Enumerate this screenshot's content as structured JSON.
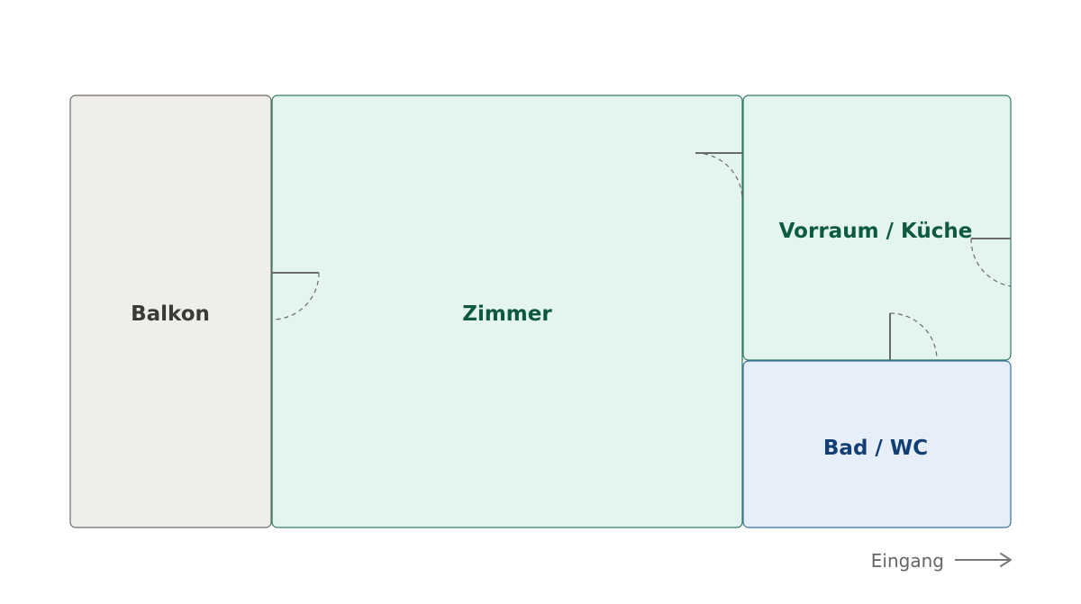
{
  "rooms": {
    "balkon": {
      "label": "Balkon",
      "fill": "#efeeea",
      "stroke": "#6f6b66",
      "text_color": "#3b3a36"
    },
    "zimmer": {
      "label": "Zimmer",
      "fill": "#e3f5ee",
      "stroke": "#2e7d5f",
      "text_color": "#0d5a40"
    },
    "vorraum_kueche": {
      "label": "Vorraum / Küche",
      "fill": "#e3f5ee",
      "stroke": "#2e7d5f",
      "text_color": "#0d5a40"
    },
    "bad_wc": {
      "label": "Bad / WC",
      "fill": "#e6eff9",
      "stroke": "#3a6ea5",
      "text_color": "#123f73"
    }
  },
  "entrance": {
    "label": "Eingang",
    "text_color": "#666666",
    "arrow_color": "#777777"
  },
  "door_color": "#6b6b6b"
}
